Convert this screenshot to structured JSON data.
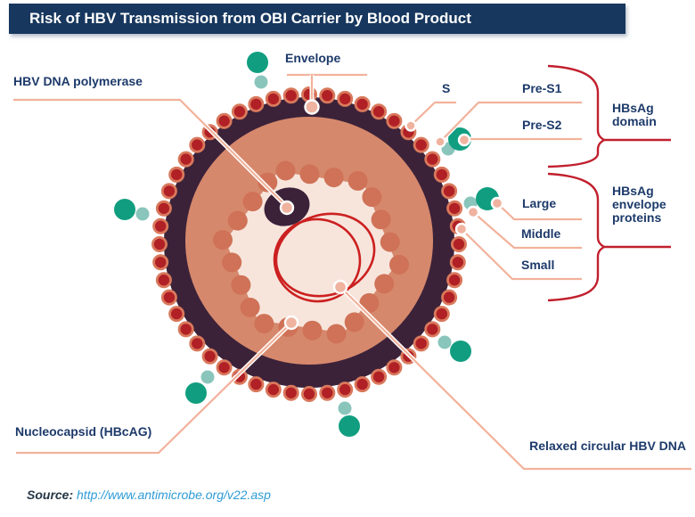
{
  "title": "Risk of HBV Transmission from OBI Carrier by Blood Product",
  "labels": {
    "envelope": "Envelope",
    "hbv_dna_polymerase": "HBV DNA polymerase",
    "s": "S",
    "pre_s1": "Pre-S1",
    "pre_s2": "Pre-S2",
    "hbsag_domain": "HBsAg\ndomain",
    "large": "Large",
    "middle": "Middle",
    "small": "Small",
    "hbsag_envelope_proteins": "HBsAg\nenvelope\nproteins",
    "nucleocapsid": "Nucleocapsid (HBcAG)",
    "relaxed_dna": "Relaxed circular HBV DNA"
  },
  "source": {
    "prefix": "Source:",
    "url": "http://www.antimicrobe.org/v22.asp"
  },
  "colors": {
    "navy": "#1d3a6a",
    "salmon": "#f2b29b",
    "dot-core": "#b02025",
    "dot-ring": "#d9785c",
    "plum": "#3b2239",
    "terracotta": "#d6886c",
    "capsid": "#cf7257",
    "cream": "#f7e5dc",
    "dna-red": "#cc2020",
    "teal": "#119e80",
    "teal-light": "#8ac5bc",
    "brace": "#c1202e",
    "titlebar": "#17375e",
    "link": "#2e9bd6",
    "source": "#253646",
    "target-dot": "#efb3a0"
  }
}
